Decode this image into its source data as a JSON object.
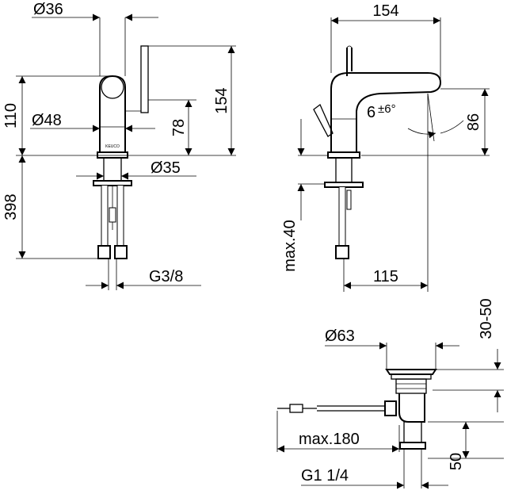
{
  "brand_mark": "KEUCO",
  "front_view": {
    "dia_top": "Ø36",
    "height_total": "154",
    "height_body": "110",
    "dia_body": "Ø48",
    "height_lever": "78",
    "dia_base": "Ø35",
    "length_hoses": "398",
    "thread_connection": "G3/8"
  },
  "side_view": {
    "projection_total": "154",
    "spout_angle": "6",
    "spout_angle_tol": "±6°",
    "spout_height": "86",
    "max_thickness": "max.40",
    "spout_reach": "115"
  },
  "drain_view": {
    "dia_plug": "Ø63",
    "plug_stroke": "30-50",
    "max_rod_length": "max.180",
    "drain_height": "50",
    "thread_drain": "G1 1/4"
  }
}
